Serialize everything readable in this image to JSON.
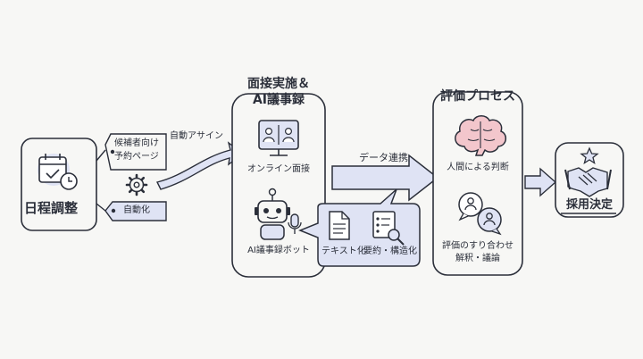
{
  "scheduling": {
    "title": "日程調整"
  },
  "tag_booking": {
    "line1": "候補者向け",
    "line2": "予約ページ"
  },
  "tag_auto": {
    "label": "自動化"
  },
  "arrow_assign": {
    "label": "自動アサイン"
  },
  "interview": {
    "title_line1": "面接実施＆",
    "title_line2": "AI議事録",
    "online_label": "オンライン面接",
    "bot_label": "AI議事録ボット"
  },
  "bubble": {
    "text_label": "テキスト化",
    "summary_label": "要約・構造化"
  },
  "arrow_data": {
    "label": "データ連携"
  },
  "evaluation": {
    "title": "評価プロセス",
    "human_label": "人間による判断",
    "discuss_line1": "評価のすり合わせ",
    "discuss_line2": "解釈・議論"
  },
  "hire": {
    "title": "採用決定"
  },
  "colors": {
    "accent_blue": "#dfe3f4",
    "brain_pink": "#f3c6cc",
    "stroke": "#2b2f3a"
  }
}
